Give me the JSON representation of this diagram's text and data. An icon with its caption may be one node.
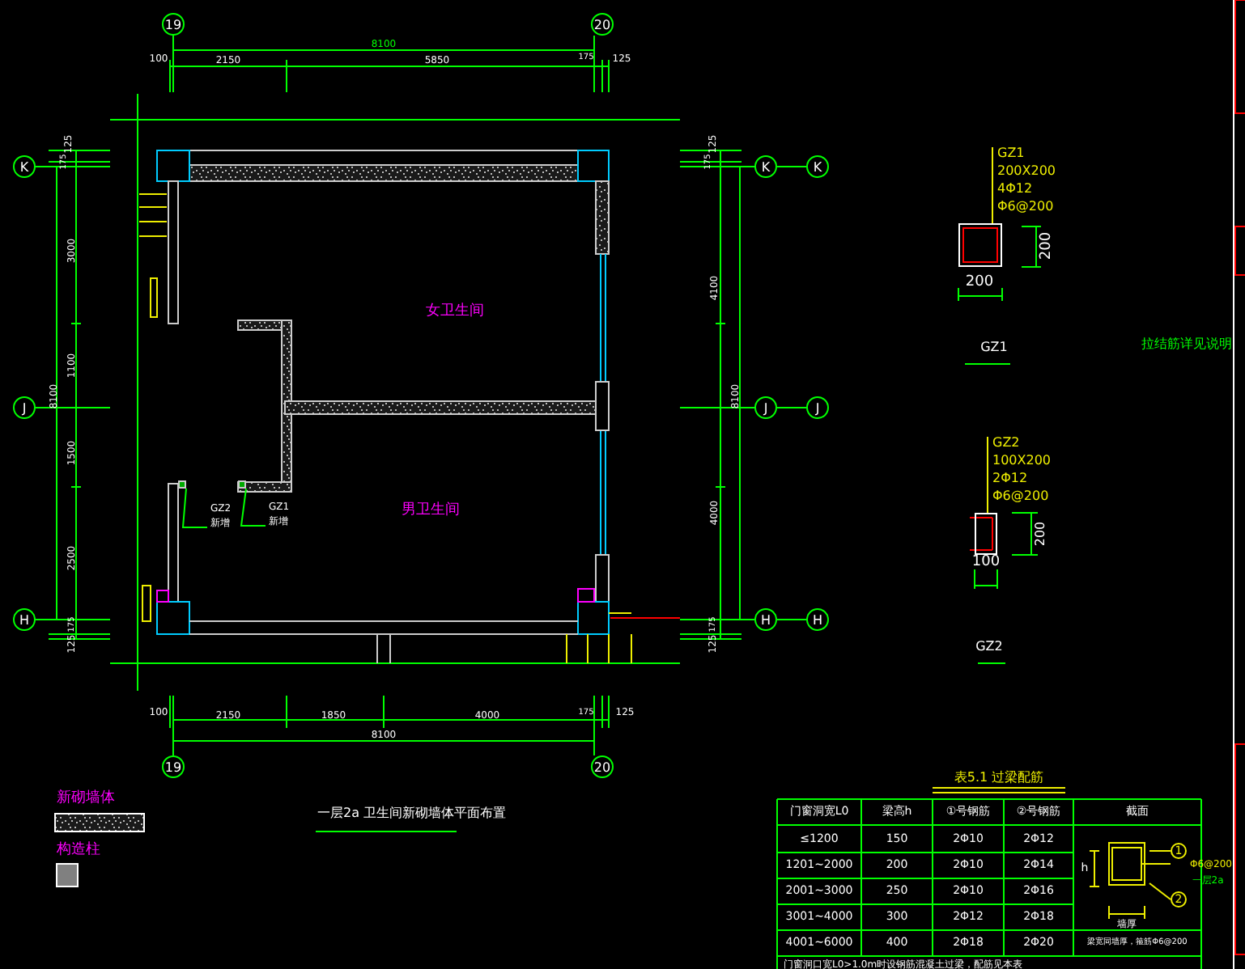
{
  "diagram": {
    "title": "一层2a 卫生间新砌墙体平面布置",
    "nodes": [
      {
        "text": [
          "19"
        ]
      },
      {
        "text": [
          "20"
        ]
      },
      {
        "text": [
          "K"
        ]
      },
      {
        "text": [
          "K"
        ]
      },
      {
        "text": [
          "K"
        ]
      },
      {
        "text": [
          "J"
        ]
      },
      {
        "text": [
          "J"
        ]
      },
      {
        "text": [
          "J"
        ]
      },
      {
        "text": [
          "H"
        ]
      },
      {
        "text": [
          "H"
        ]
      },
      {
        "text": [
          "H"
        ]
      },
      {
        "text": [
          "19"
        ]
      },
      {
        "text": [
          "20"
        ]
      },
      {
        "text": [
          "GZ2",
          "新增"
        ]
      },
      {
        "text": [],
        "shape": "box"
      },
      {
        "text": [
          "GZ1",
          "新增"
        ]
      },
      {
        "text": [],
        "shape": "box"
      },
      {
        "text": [
          "GZ1",
          "200X200",
          "4Φ12",
          "Φ6@200"
        ]
      },
      {
        "text": [],
        "shape": "box"
      },
      {
        "text": [
          "GZ2",
          "100X200",
          "2Φ12",
          "Φ6@200"
        ]
      },
      {
        "text": [],
        "shape": "box"
      },
      {
        "text": [
          "1"
        ]
      },
      {
        "text": [
          "2"
        ]
      }
    ],
    "edges": [
      {
        "from": 3,
        "to": 4,
        "arrow": "none"
      },
      {
        "from": 6,
        "to": 7,
        "arrow": "none"
      },
      {
        "from": 9,
        "to": 10,
        "arrow": "none"
      },
      {
        "from": 13,
        "to": 14,
        "arrow": "none"
      },
      {
        "from": 15,
        "to": 16,
        "arrow": "none"
      },
      {
        "from": 17,
        "to": 18,
        "arrow": "none",
        "color": "#eeee00"
      },
      {
        "from": 19,
        "to": 20,
        "arrow": "none",
        "color": "#eeee00"
      },
      {
        "from": 21,
        "to": null,
        "arrow": "none",
        "color": "#eeee00"
      },
      {
        "from": 22,
        "to": null,
        "arrow": "none",
        "color": "#eeee00"
      }
    ],
    "labels": [
      "8100",
      "100",
      "2150",
      "5850",
      "175",
      "125",
      "125",
      "175",
      "3000",
      "1100",
      "8100",
      "1500",
      "2500",
      "175",
      "125",
      "125",
      "175",
      "4100",
      "8100",
      "4000",
      "175",
      "125",
      "100",
      "2150",
      "1850",
      "4000",
      "175",
      "125",
      "8100",
      "女卫生间",
      "男卫生间",
      "200",
      "200",
      "GZ1",
      "200",
      "100",
      "GZ2",
      "拉结筋详见说明",
      "表5.1 过梁配筋",
      "门窗洞宽L0",
      "梁高h",
      "①号钢筋",
      "②号钢筋",
      "截面",
      "≤1200",
      "150",
      "2Φ10",
      "2Φ12",
      "1201~2000",
      "200",
      "2Φ10",
      "2Φ14",
      "2001~3000",
      "250",
      "2Φ10",
      "2Φ16",
      "3001~4000",
      "300",
      "2Φ12",
      "2Φ18",
      "4001~6000",
      "400",
      "2Φ18",
      "2Φ20",
      "h",
      "Φ6@200",
      "墙厚",
      "梁宽同墙厚，箍筋Φ6@200",
      "门窗洞口宽L0>1.0m时设钢筋混凝土过梁，配筋见本表",
      "一层2a"
    ],
    "legend": [
      {
        "text": "新砌墙体"
      },
      {
        "text": "构造柱",
        "color": "#808080"
      }
    ]
  }
}
